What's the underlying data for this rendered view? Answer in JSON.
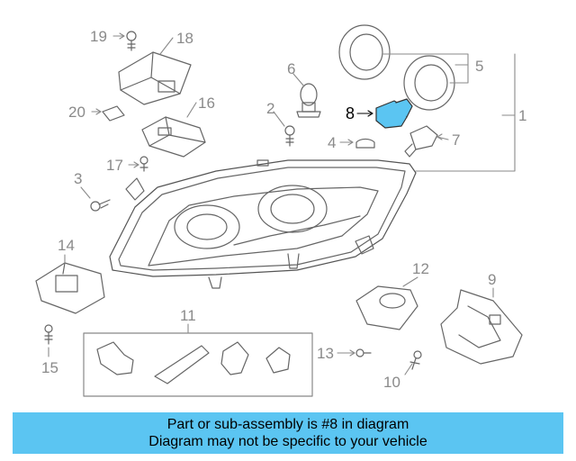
{
  "diagram": {
    "callouts": {
      "c1": "1",
      "c2": "2",
      "c3": "3",
      "c4": "4",
      "c5": "5",
      "c6": "6",
      "c7": "7",
      "c8": "8",
      "c9": "9",
      "c10": "10",
      "c11": "11",
      "c12": "12",
      "c13": "13",
      "c14": "14",
      "c15": "15",
      "c16": "16",
      "c17": "17",
      "c18": "18",
      "c19": "19",
      "c20": "20"
    },
    "highlighted_part": "8",
    "highlight_color": "#5bc5f2",
    "line_color": "#8a8a8a"
  },
  "footer": {
    "line1": "Part or sub-assembly is #8 in diagram",
    "line2": "Diagram may not be specific to your vehicle",
    "background": "#5bc5f2"
  }
}
